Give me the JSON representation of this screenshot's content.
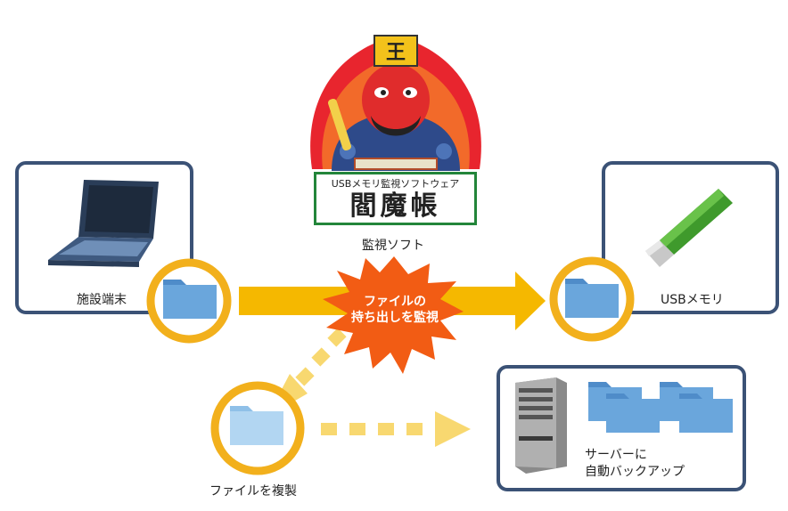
{
  "software": {
    "sign_subtitle": "USBメモリ監視ソフトウェア",
    "sign_title": "閻魔帳",
    "caption": "監視ソフト"
  },
  "nodes": {
    "facility_terminal": "施設端末",
    "usb_memory": "USBメモリ",
    "copy_file": "ファイルを複製",
    "server_backup_line1": "サーバーに",
    "server_backup_line2": "自動バックアップ"
  },
  "burst": {
    "line1": "ファイルの",
    "line2": "持ち出しを監視"
  },
  "colors": {
    "box_border": "#3b5276",
    "arrow": "#f5b800",
    "ring": "#f2b01c",
    "burst": "#f25c14",
    "folder": "#5b9bd5",
    "sign_border": "#23853a"
  }
}
